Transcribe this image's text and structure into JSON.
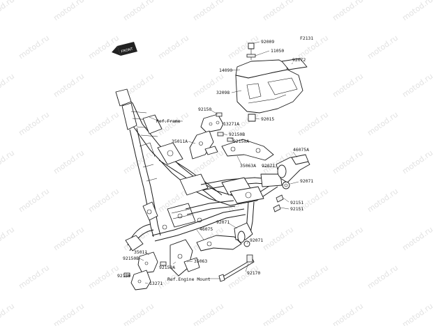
{
  "watermark": "motod.ru",
  "figure_code": "F2131",
  "labels": {
    "p92009": "92009",
    "p11050": "11050",
    "p92072": "92072",
    "p14090": "14090",
    "p32098": "32098",
    "p92015": "92015",
    "p92150_top": "92150",
    "p13271A": "13271A",
    "ref_frame": "Ref.Frame",
    "p92150B_top": "92150B",
    "p92150A_top": "92150A",
    "p35011A": "35011A",
    "p46075A": "46075A",
    "p35063A": "35063A",
    "p92071_a": "92071",
    "p92071_b": "92071",
    "p92151_a": "92151",
    "p92151_b": "92151",
    "p92071_c": "92071",
    "p46075": "46075",
    "p92071_d": "92071",
    "p35011": "35011",
    "p92150B_bot": "92150B",
    "p92150A_bot": "92150A",
    "p35063": "35063",
    "ref_engine_mount": "Ref.Engine Mount",
    "p92170": "92170",
    "p92150_bot": "92150",
    "p13271": "13271"
  }
}
